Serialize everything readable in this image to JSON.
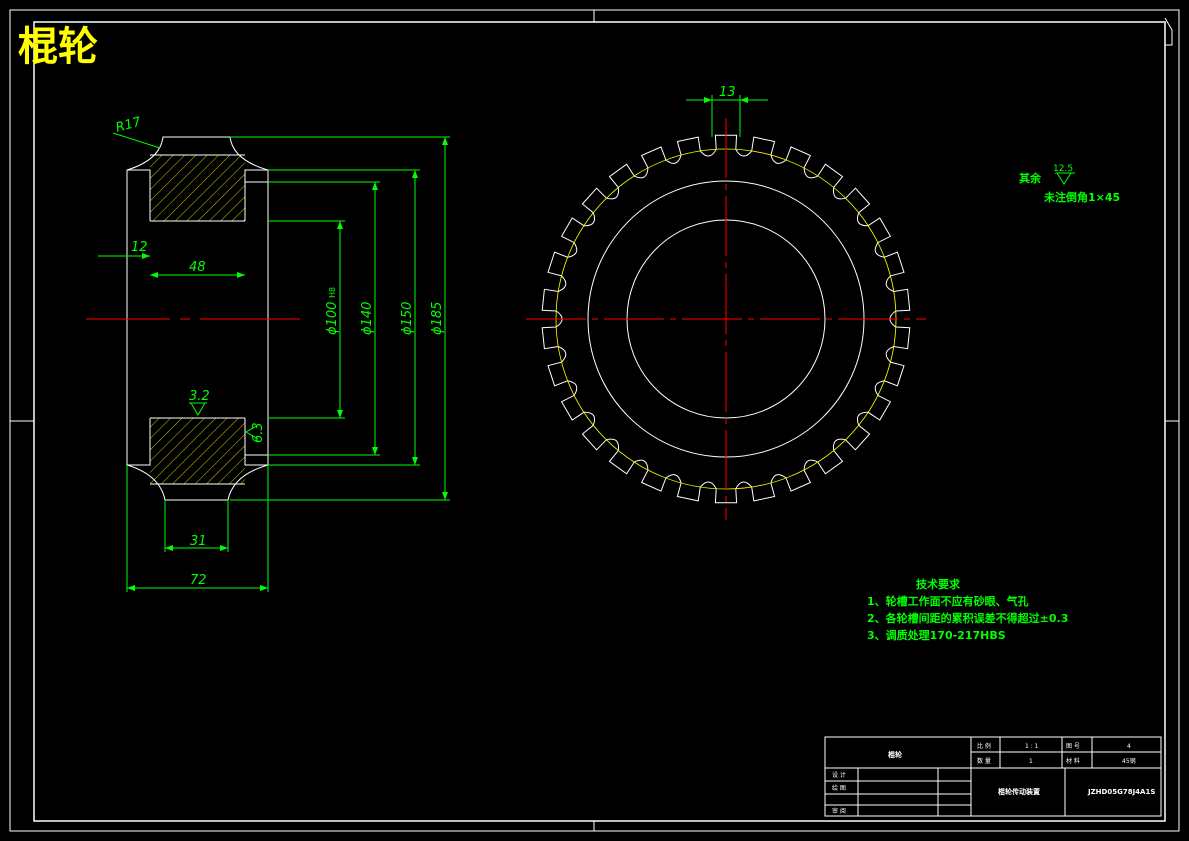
{
  "title": "棍轮",
  "dimensions": {
    "radius": "R17",
    "width_12": "12",
    "width_48": "48",
    "width_31": "31",
    "width_72": "72",
    "dia_100": "ϕ100",
    "dia_100_note": "H8",
    "dia_140": "ϕ140",
    "dia_150": "ϕ150",
    "dia_185": "ϕ185",
    "tooth_13": "13",
    "rough_32": "3.2",
    "rough_63": "6.3",
    "rough_125": "12.5"
  },
  "rest_note": {
    "label": "其余",
    "chamfer": "未注倒角1×45"
  },
  "tech_requirements": {
    "heading": "技术要求",
    "items": [
      "1、轮槽工作面不应有砂眼、气孔",
      "2、各轮槽间距的累积误差不得超过±0.3",
      "3、调质处理170-217HBS"
    ]
  },
  "title_block": {
    "part_name": "棍轮",
    "scale_label": "比 例",
    "scale_value": "1 : 1",
    "sheet_label": "图 号",
    "sheet_value": "4",
    "qty_label": "数 量",
    "qty_value": "1",
    "material_label": "材 料",
    "material_value": "45钢",
    "design_label": "设 计",
    "drawn_label": "绘 图",
    "check_label": "审 阅",
    "school": "棍轮传动装置",
    "drawing_no": "JZHD05G78J4A1S"
  },
  "colors": {
    "outline": "#ffffff",
    "dimension": "#00ff00",
    "centerline": "#ff0000",
    "hatch": "#ffff00",
    "title": "#ffff00"
  }
}
